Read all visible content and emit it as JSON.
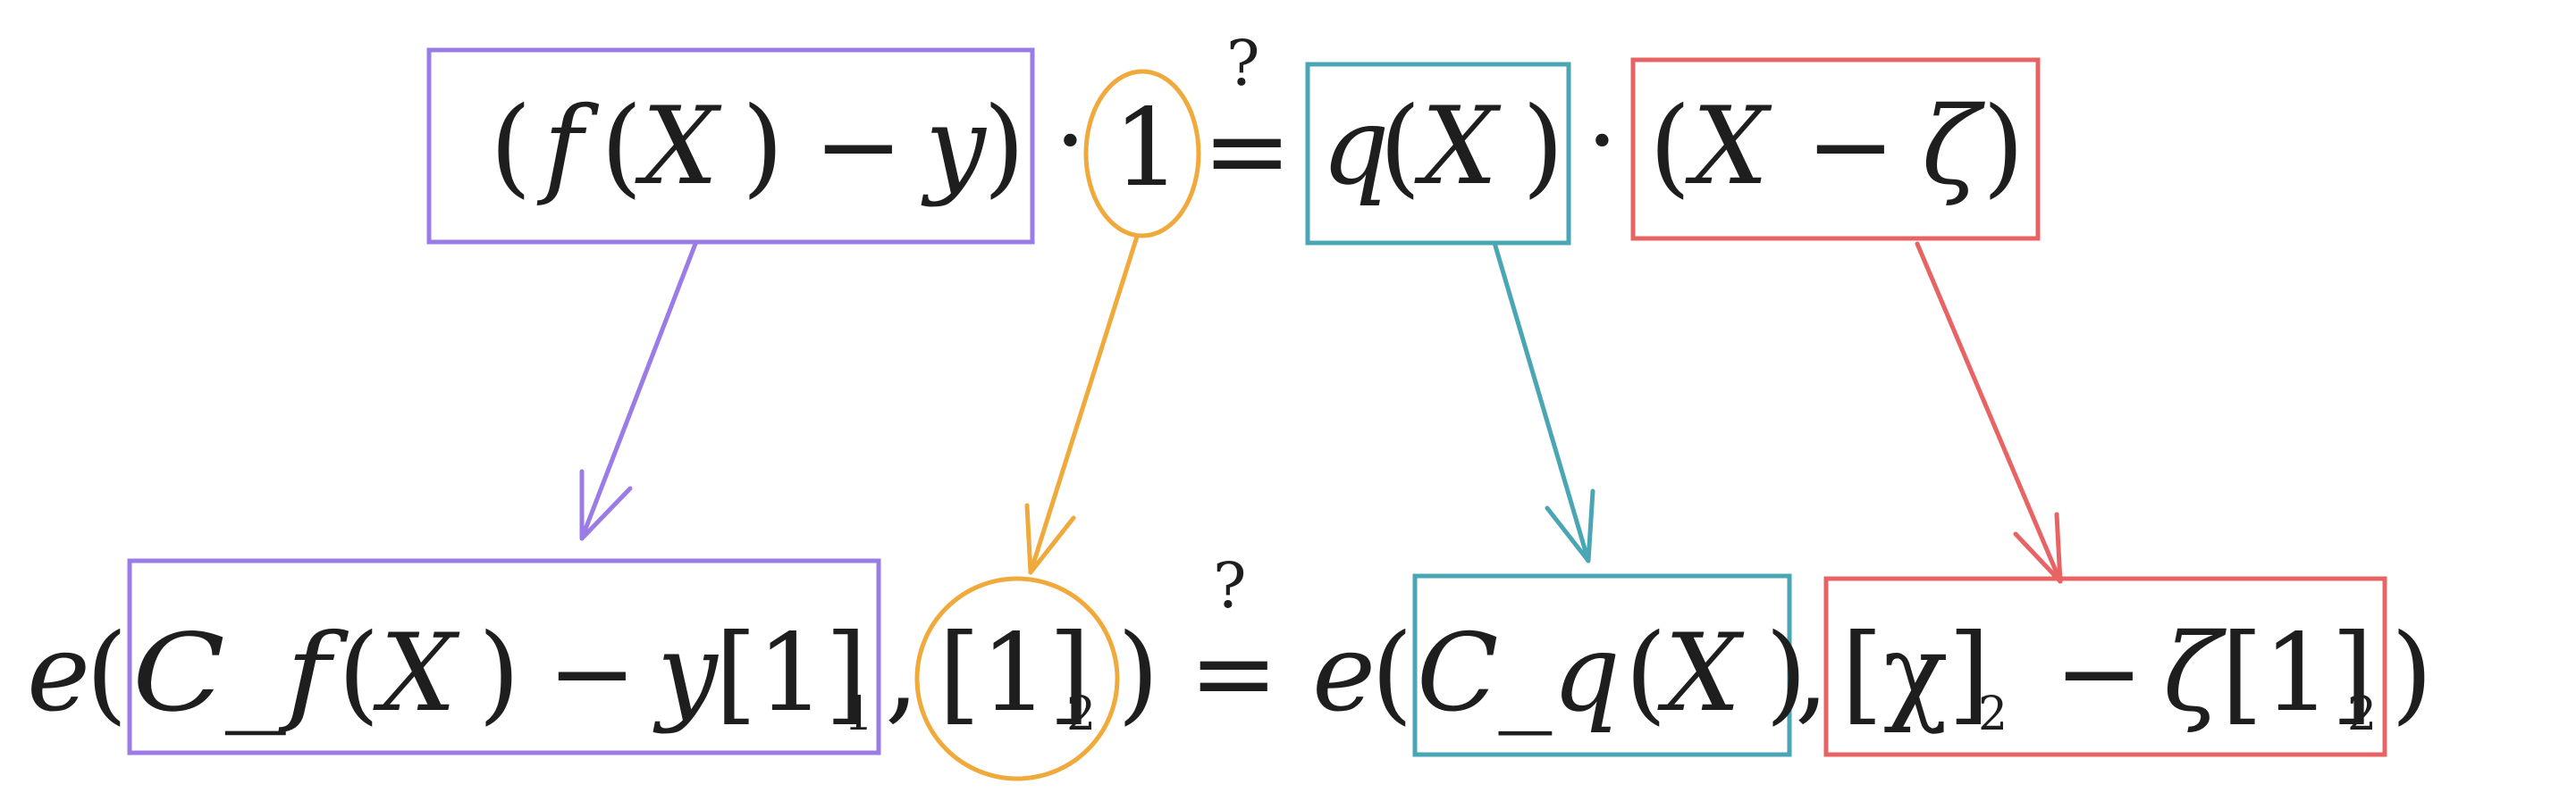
{
  "colors": {
    "purple": "#9b7be6",
    "orange": "#f0aa3c",
    "teal": "#4aa6b4",
    "red": "#e86464",
    "ink": "#1e1e1e"
  },
  "top": {
    "open_paren": "(",
    "f": "f",
    "paren_X_open": "(",
    "X": "X",
    "paren_X_close": ")",
    "minus": "−",
    "y": "y",
    "close_paren": ")",
    "cdot1": "·",
    "one": "1",
    "equals": "=",
    "question": "?",
    "q": "q",
    "q_paren_open": "(",
    "q_X": "X",
    "q_paren_close": ")",
    "cdot2": "·",
    "z_paren_open": "(",
    "z_X": "X",
    "z_minus": "−",
    "zeta": "ζ",
    "z_paren_close": ")"
  },
  "bottom": {
    "e1": "e",
    "open1": "(",
    "cf": "C_f",
    "cf_paren_open": "(",
    "cf_X": "X",
    "cf_paren_close": ")",
    "minus1": "−",
    "y": "y",
    "bracket1": "[1]",
    "sub1": "1",
    "comma1": ",",
    "bracket_one": "[1]",
    "sub_one": "2",
    "close1": ")",
    "equals": "=",
    "question": "?",
    "e2": "e",
    "open2": "(",
    "cq": "C_q",
    "cq_paren_open": "(",
    "cq_X": "X",
    "cq_paren_close": ")",
    "comma2": ",",
    "chi_bracket": "[χ]",
    "chi_sub": "2",
    "minus2": "−",
    "zeta": "ζ",
    "zeta_bracket": "[1]",
    "zeta_sub": "2",
    "close2": ")"
  }
}
